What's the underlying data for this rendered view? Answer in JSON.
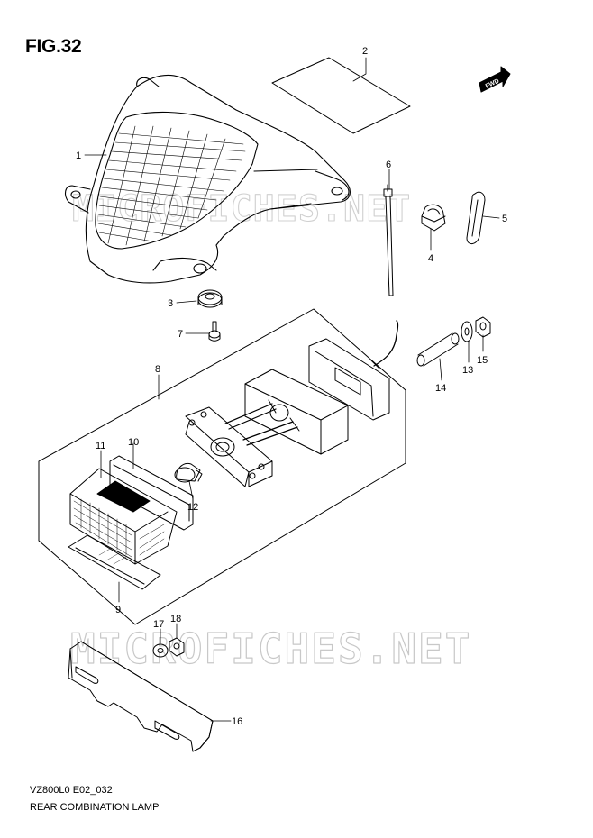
{
  "figure_title": "FIG.32",
  "footer": {
    "model_code": "VZ800L0 E02_032",
    "assembly_name": "REAR COMBINATION LAMP"
  },
  "direction_badge": "FWD",
  "watermark_text": "MICROFICHES.NET",
  "callouts": [
    {
      "id": "callout-1",
      "label": "1"
    },
    {
      "id": "callout-2",
      "label": "2"
    },
    {
      "id": "callout-3",
      "label": "3"
    },
    {
      "id": "callout-4",
      "label": "4"
    },
    {
      "id": "callout-5",
      "label": "5"
    },
    {
      "id": "callout-6",
      "label": "6"
    },
    {
      "id": "callout-7",
      "label": "7"
    },
    {
      "id": "callout-8",
      "label": "8"
    },
    {
      "id": "callout-9",
      "label": "9"
    },
    {
      "id": "callout-10",
      "label": "10"
    },
    {
      "id": "callout-11",
      "label": "11"
    },
    {
      "id": "callout-12",
      "label": "12"
    },
    {
      "id": "callout-13",
      "label": "13"
    },
    {
      "id": "callout-14",
      "label": "14"
    },
    {
      "id": "callout-15",
      "label": "15"
    },
    {
      "id": "callout-16",
      "label": "16"
    },
    {
      "id": "callout-17",
      "label": "17"
    },
    {
      "id": "callout-18",
      "label": "18"
    }
  ]
}
